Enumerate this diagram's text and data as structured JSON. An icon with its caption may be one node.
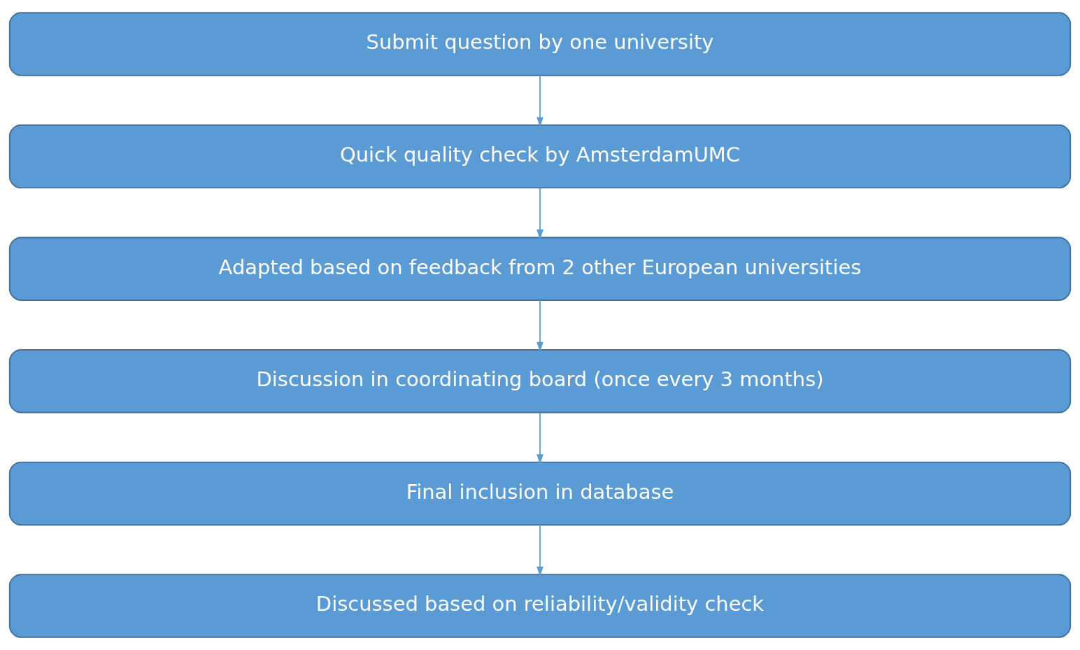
{
  "diagram": {
    "nodes": [
      {
        "text": [
          "Submit question by one university"
        ]
      },
      {
        "text": [
          "Quick quality check by AmsterdamUMC"
        ]
      },
      {
        "text": [
          "Adapted based on feedback from 2 other European universities"
        ]
      },
      {
        "text": [
          "Discussion in coordinating board (once every 3 months)"
        ]
      },
      {
        "text": [
          "Final inclusion in database"
        ]
      },
      {
        "text": [
          "Discussed based on reliability/validity check"
        ]
      }
    ],
    "edges": [
      {
        "from": 0,
        "to": 1,
        "arrow": "to"
      },
      {
        "from": 1,
        "to": 2,
        "arrow": "to"
      },
      {
        "from": 2,
        "to": 3,
        "arrow": "to"
      },
      {
        "from": 3,
        "to": 4,
        "arrow": "to"
      },
      {
        "from": 4,
        "to": 5,
        "arrow": "to"
      }
    ]
  }
}
